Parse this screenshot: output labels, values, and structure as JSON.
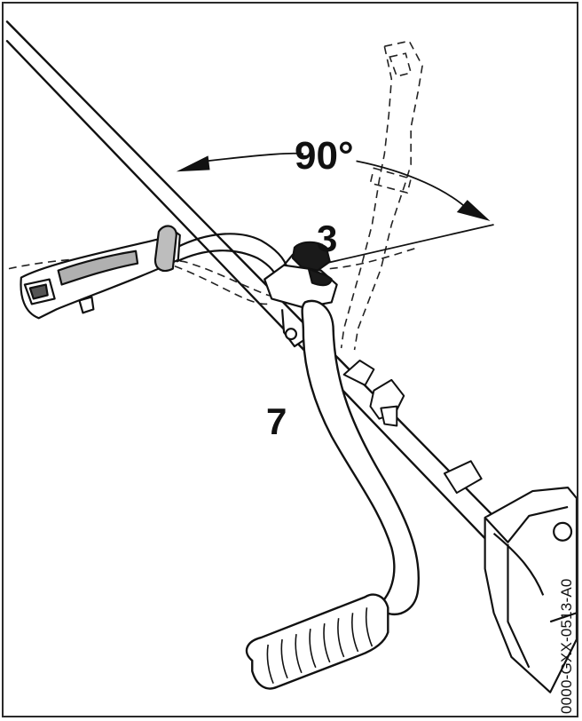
{
  "figure": {
    "angle_label": "90°",
    "part_label_knob": "3",
    "part_label_handle": "7",
    "image_code": "0000-GXX-0513-A0"
  },
  "colors": {
    "line": "#111111",
    "background": "#ffffff",
    "grip_gray": "#a9a9a9"
  }
}
